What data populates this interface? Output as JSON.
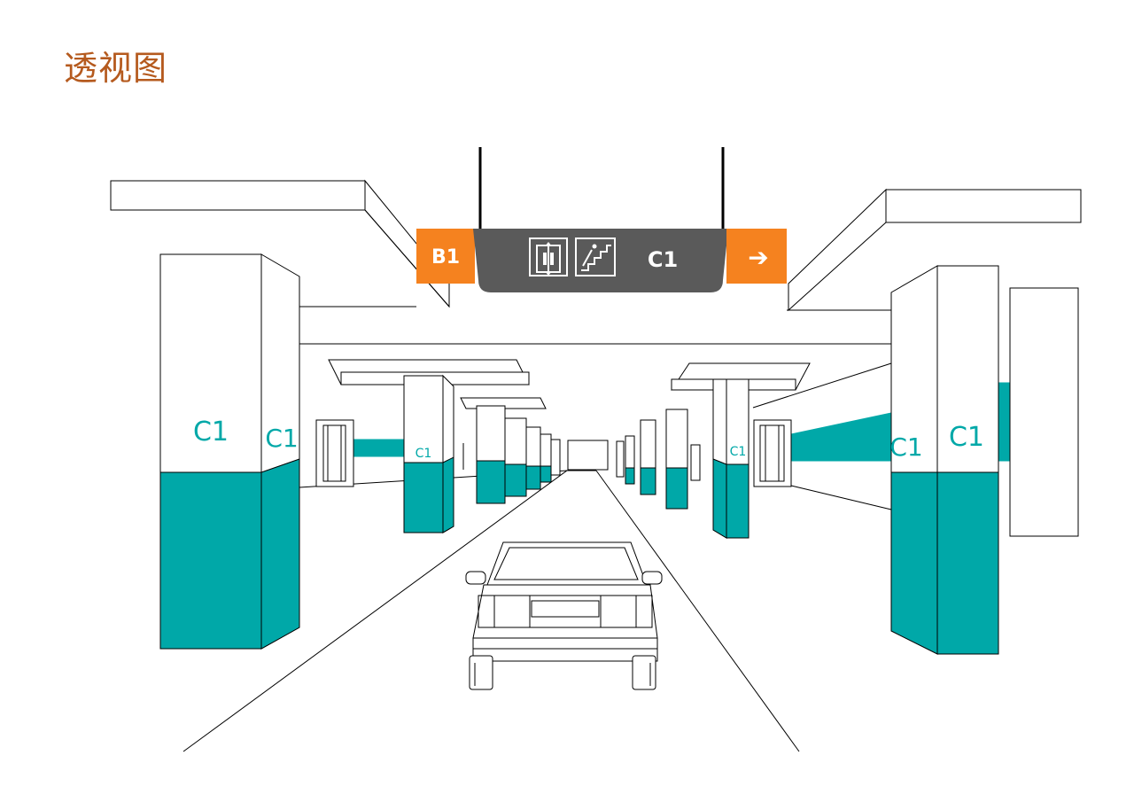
{
  "title": "透视图",
  "colors": {
    "title": "#b55a1e",
    "teal": "#00a8a8",
    "orange": "#f5821f",
    "sign_gray": "#5a5a5a",
    "line": "#000000"
  },
  "sign": {
    "level": "B1",
    "zone": "C1",
    "arrow": "➔",
    "icons": [
      "elevator-icon",
      "stairs-icon"
    ]
  },
  "pillars": {
    "left_front_face": "C1",
    "left_front_side": "C1",
    "left_mid": "C1",
    "right_mid": "C1",
    "right_front_side": "C1",
    "right_front_face": "C1"
  }
}
